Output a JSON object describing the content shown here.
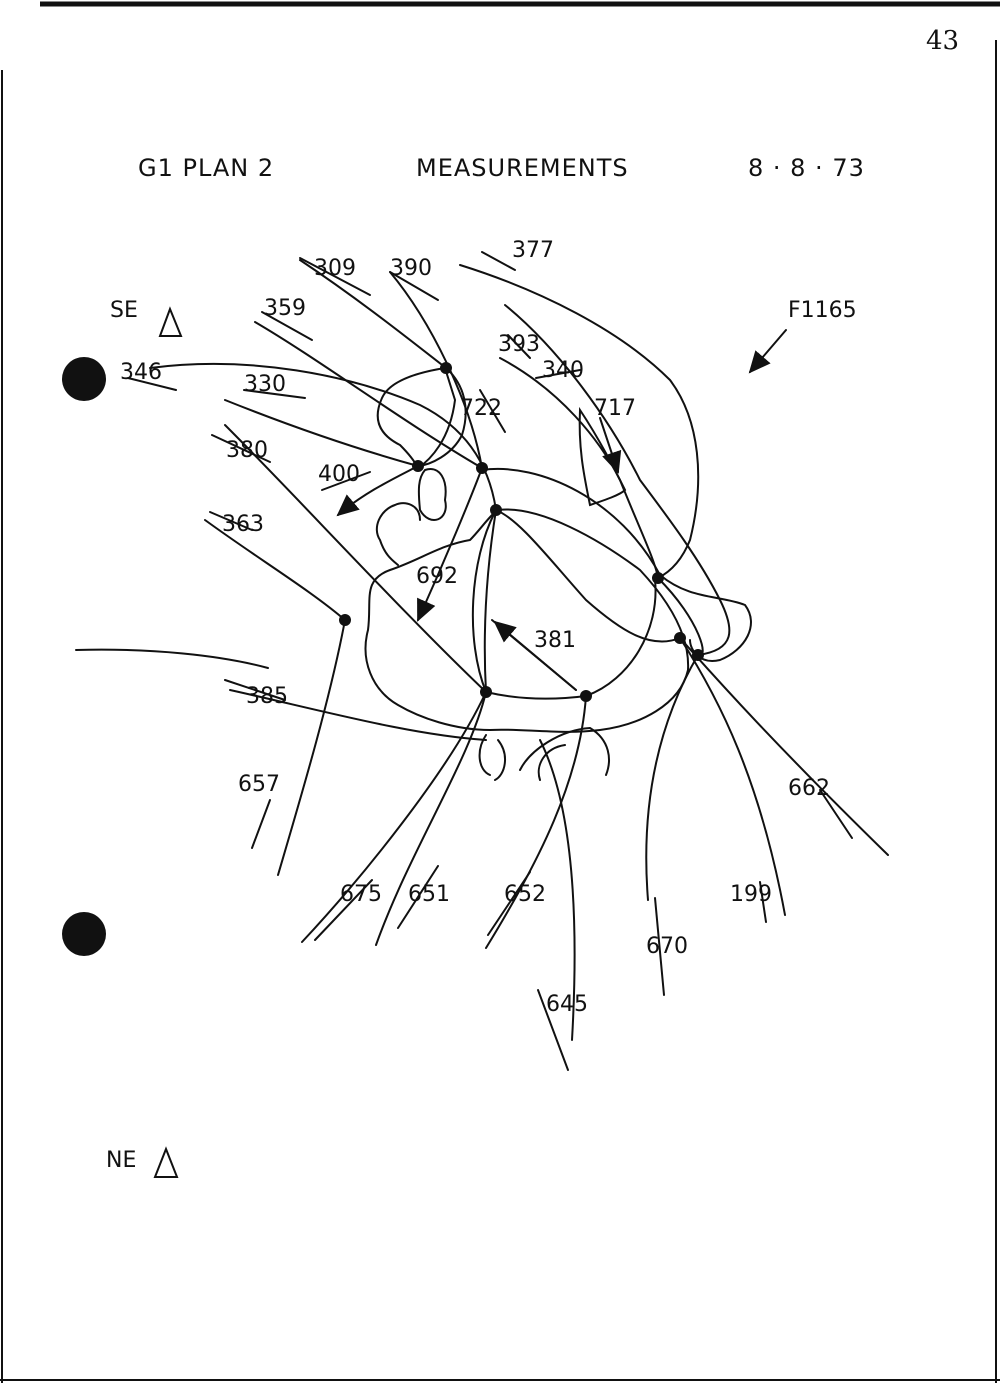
{
  "page": {
    "page_number": "43",
    "title_left": "G1 PLAN 2",
    "title_center": "MEASUREMENTS",
    "date": "8 · 8 · 73"
  },
  "markers": {
    "se": "SE",
    "ne": "NE",
    "film": "F1165"
  },
  "labels": {
    "l309": "309",
    "l390": "390",
    "l377": "377",
    "l359": "359",
    "l393": "393",
    "l340": "340",
    "l346": "346",
    "l330": "330",
    "l722": "722",
    "l717": "717",
    "l380": "380",
    "l400": "400",
    "l363": "363",
    "l692": "692",
    "l381": "381",
    "l385": "385",
    "l657": "657",
    "l662": "662",
    "l675": "675",
    "l651": "651",
    "l652": "652",
    "l199": "199",
    "l670": "670",
    "l645": "645"
  },
  "colors": {
    "ink": "#111111",
    "paper": "#ffffff"
  }
}
